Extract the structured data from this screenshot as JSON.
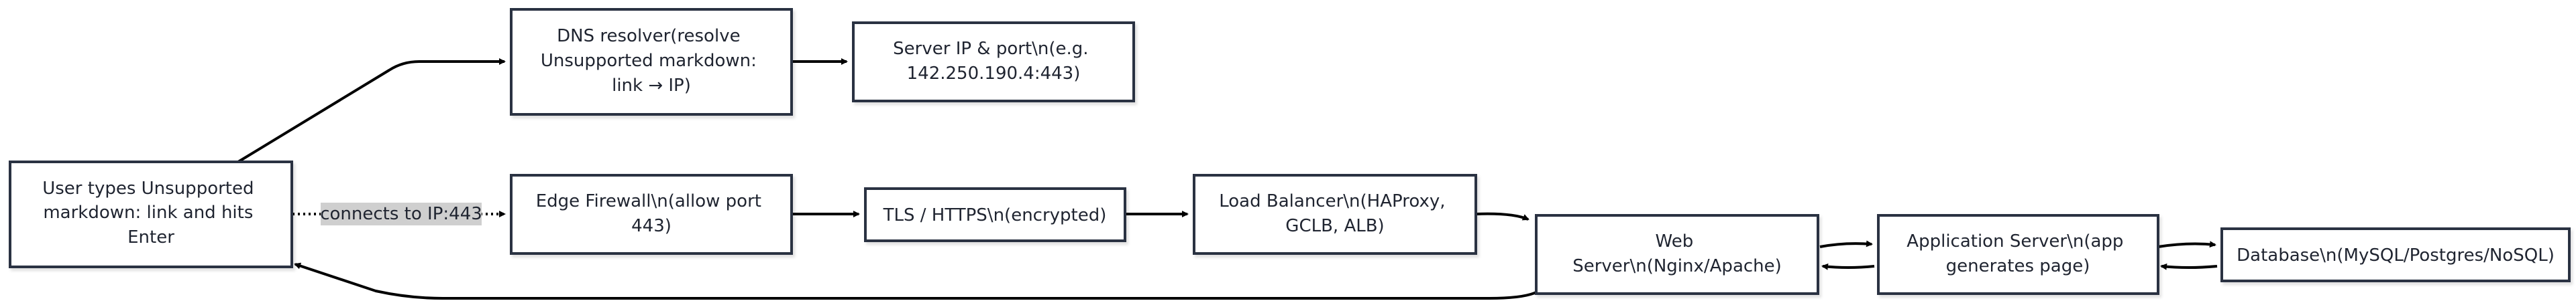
{
  "nodes": {
    "user": {
      "lines": [
        "User types Unsupported",
        "markdown: link and hits",
        "Enter"
      ]
    },
    "dns": {
      "lines": [
        "DNS resolver(resolve",
        "Unsupported markdown:",
        "link → IP)"
      ]
    },
    "server_ip": {
      "lines": [
        "Server IP & port\\n(e.g.",
        "142.250.190.4:443)"
      ]
    },
    "firewall": {
      "lines": [
        "Edge Firewall\\n(allow port",
        "443)"
      ]
    },
    "tls": {
      "lines": [
        "TLS / HTTPS\\n(encrypted)"
      ]
    },
    "lb": {
      "lines": [
        "Load Balancer\\n(HAProxy,",
        "GCLB, ALB)"
      ]
    },
    "web": {
      "lines": [
        "Web",
        "Server\\n(Nginx/Apache)"
      ]
    },
    "app": {
      "lines": [
        "Application Server\\n(app",
        "generates page)"
      ]
    },
    "db": {
      "lines": [
        "Database\\n(MySQL/Postgres/NoSQL)"
      ]
    }
  },
  "edges": {
    "user_to_firewall_label": "connects to IP:443"
  }
}
